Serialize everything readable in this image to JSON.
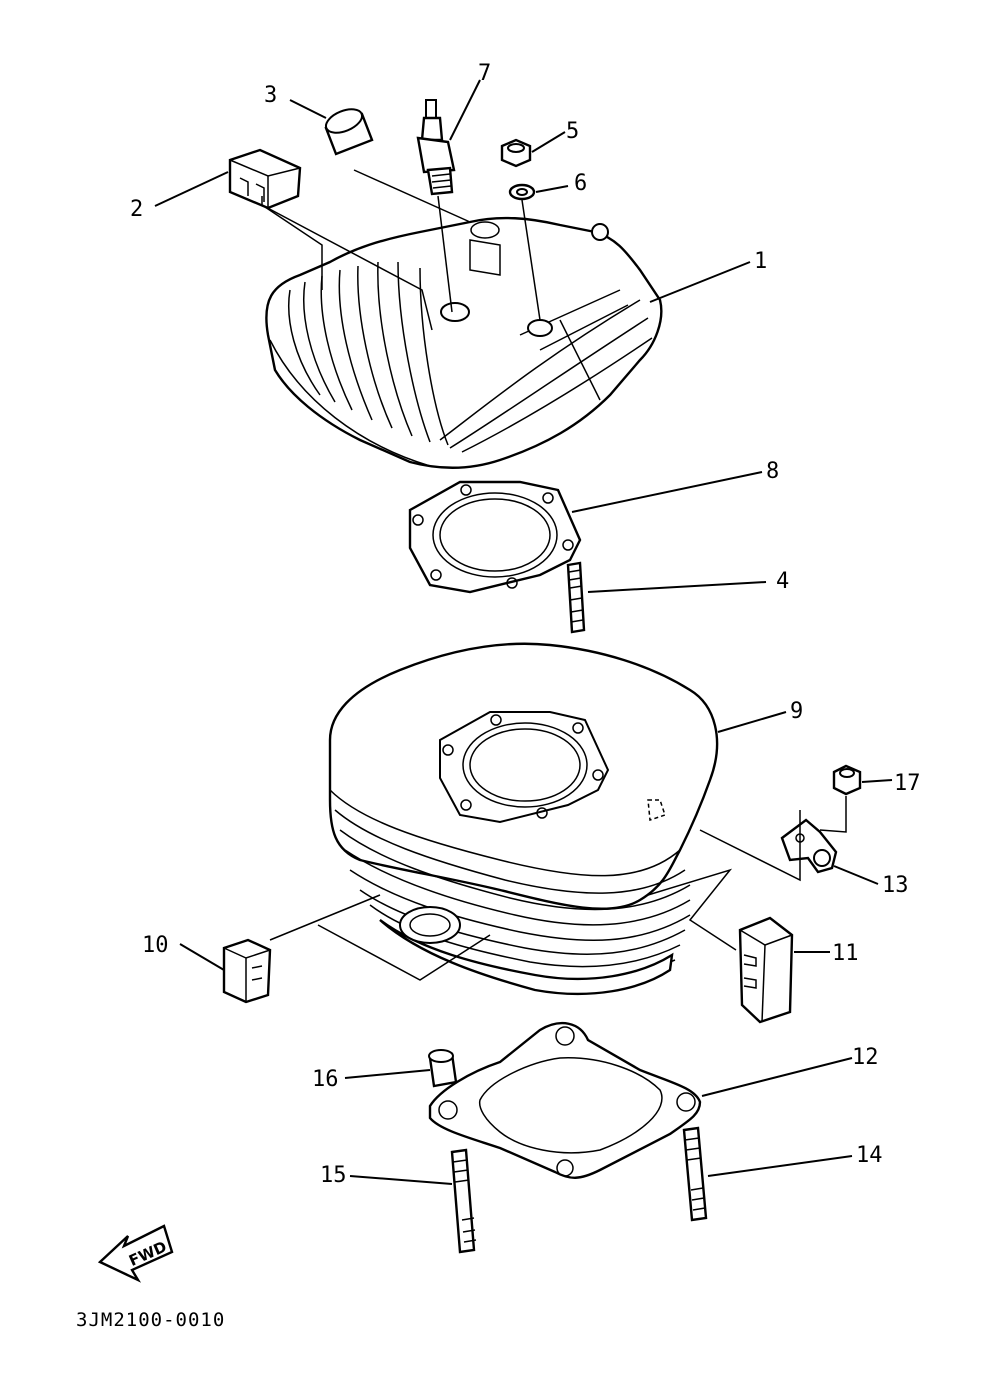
{
  "callouts": {
    "c1": "1",
    "c2": "2",
    "c3": "3",
    "c4": "4",
    "c5": "5",
    "c6": "6",
    "c7": "7",
    "c8": "8",
    "c9": "9",
    "c10": "10",
    "c11": "11",
    "c12": "12",
    "c13": "13",
    "c14": "14",
    "c15": "15",
    "c16": "16",
    "c17": "17"
  },
  "fwd_label": "FWD",
  "diagram_code": "3JM2100-0010"
}
